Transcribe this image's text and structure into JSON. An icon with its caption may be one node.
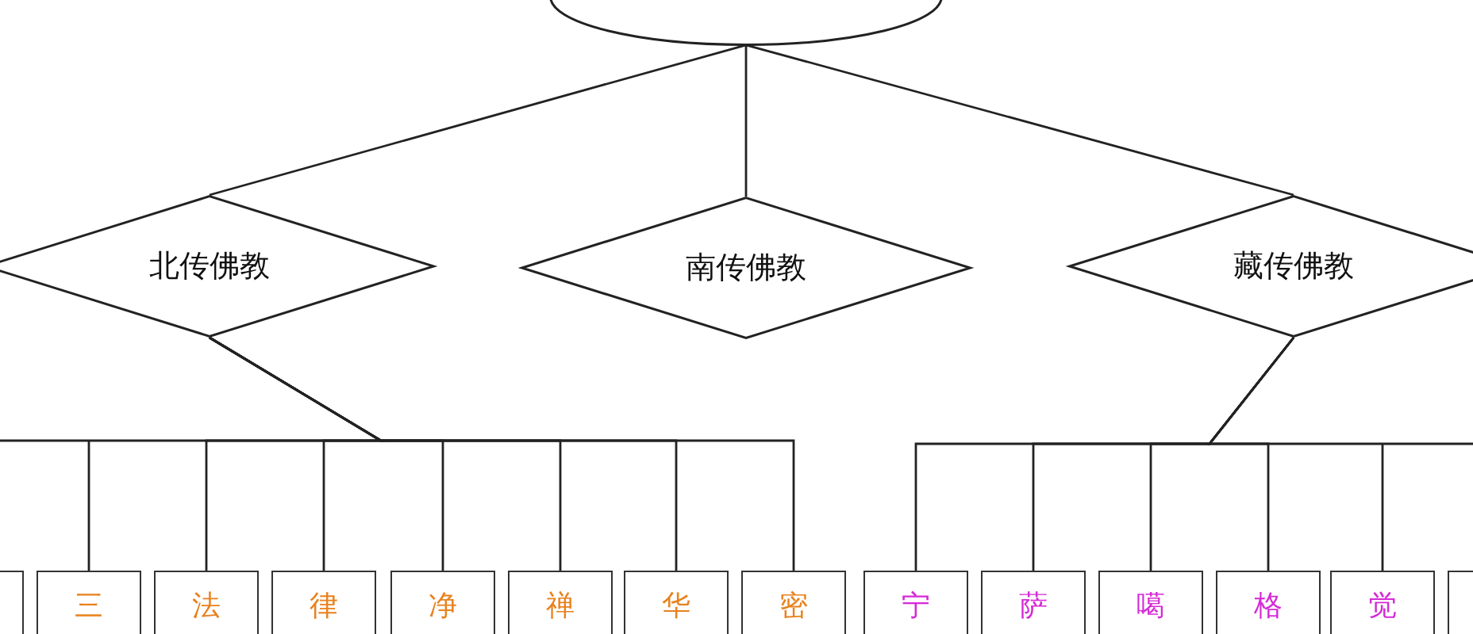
{
  "diagram": {
    "nodes": [
      {
        "text": [],
        "shape": "ellipse"
      },
      {
        "text": [
          "北传佛教"
        ]
      },
      {
        "text": [
          "南传佛教"
        ]
      },
      {
        "text": [
          "藏传佛教"
        ]
      },
      {
        "text": [],
        "shape": "box"
      },
      {
        "text": [
          "三"
        ]
      },
      {
        "text": [
          "法"
        ]
      },
      {
        "text": [
          "律"
        ]
      },
      {
        "text": [
          "净"
        ]
      },
      {
        "text": [
          "禅"
        ]
      },
      {
        "text": [
          "华"
        ]
      },
      {
        "text": [
          "密"
        ]
      },
      {
        "text": [
          "宁"
        ]
      },
      {
        "text": [
          "萨"
        ]
      },
      {
        "text": [
          "噶"
        ]
      },
      {
        "text": [
          "格"
        ]
      },
      {
        "text": [
          "觉"
        ]
      },
      {
        "text": [],
        "shape": "box"
      }
    ],
    "edges": [
      {
        "from": 0,
        "to": 1,
        "arrow": "none"
      },
      {
        "from": 0,
        "to": 2,
        "arrow": "none"
      },
      {
        "from": 0,
        "to": 3,
        "arrow": "none"
      },
      {
        "from": 1,
        "to": 5,
        "arrow": "none"
      },
      {
        "from": 1,
        "to": 6,
        "arrow": "none"
      },
      {
        "from": 1,
        "to": 7,
        "arrow": "none"
      },
      {
        "from": 1,
        "to": 8,
        "arrow": "none"
      },
      {
        "from": 1,
        "to": 9,
        "arrow": "none"
      },
      {
        "from": 1,
        "to": 10,
        "arrow": "none"
      },
      {
        "from": 1,
        "to": 11,
        "arrow": "none"
      },
      {
        "from": 3,
        "to": 12,
        "arrow": "none"
      },
      {
        "from": 3,
        "to": 13,
        "arrow": "none"
      },
      {
        "from": 3,
        "to": 14,
        "arrow": "none"
      },
      {
        "from": 3,
        "to": 15,
        "arrow": "none"
      },
      {
        "from": 3,
        "to": 16,
        "arrow": "none"
      }
    ]
  }
}
